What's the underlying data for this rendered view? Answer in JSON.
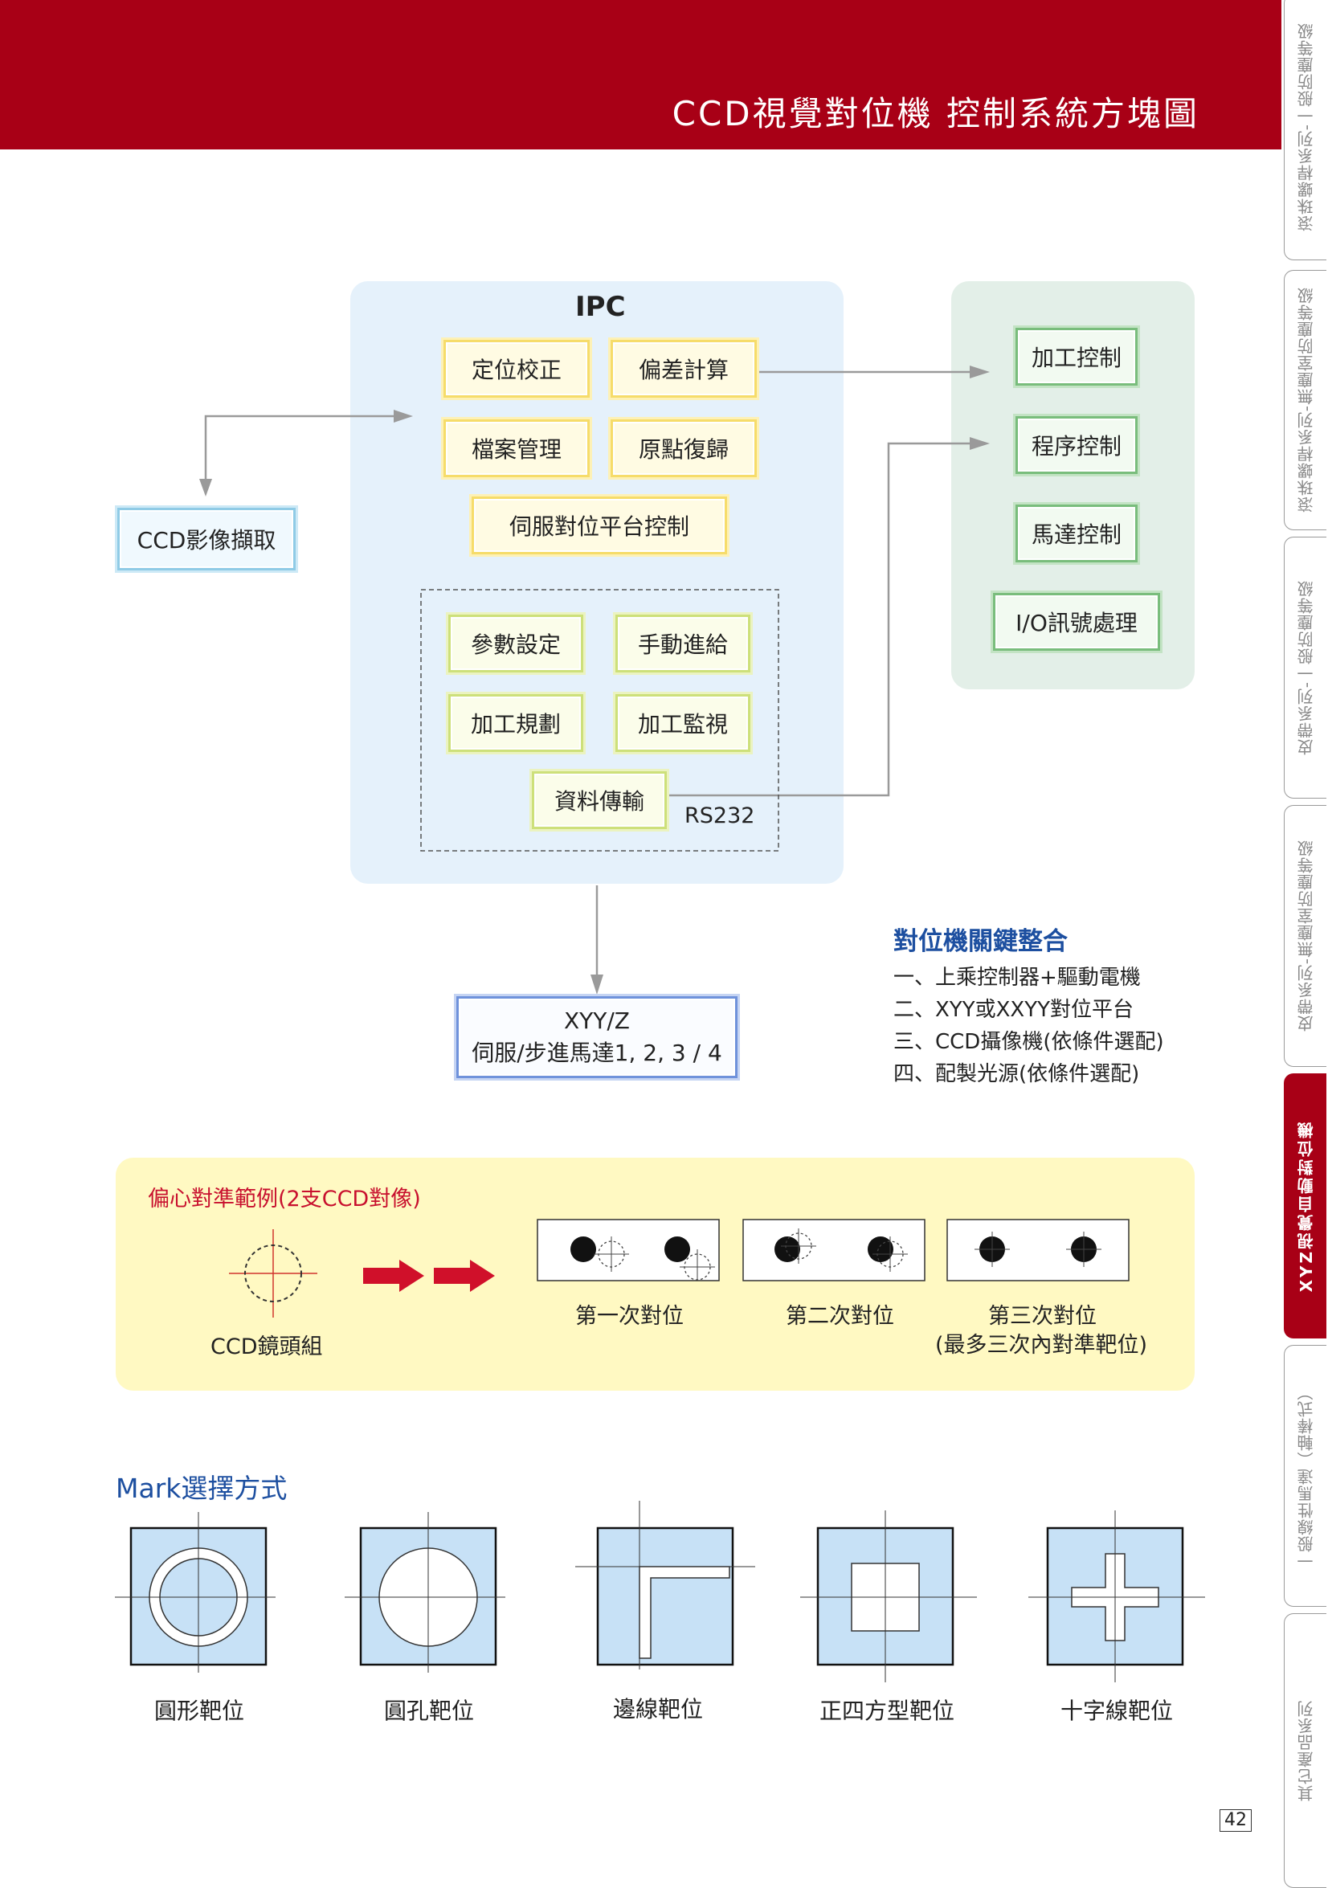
{
  "page_title": "CCD視覺對位機 控制系統方塊圖",
  "side_tabs": [
    "滾珠螺桿系列-一般防塵等級",
    "滾珠螺桿系列-無塵室防塵等級",
    "皮帶系列-一般防塵等級",
    "皮帶系列-無塵室防塵等級",
    "XYZ視覺自動對位機",
    "一般線性馬達（軸棒式）",
    "其它產品系列"
  ],
  "ipc": {
    "title": "IPC",
    "boxes": [
      "定位校正",
      "偏差計算",
      "檔案管理",
      "原點復歸",
      "伺服對位平台控制"
    ],
    "inner_boxes": [
      "參數設定",
      "手動進給",
      "加工規劃",
      "加工監視",
      "資料傳輸"
    ],
    "rs232": "RS232"
  },
  "ccd_capture": "CCD影像擷取",
  "control_boxes": [
    "加工控制",
    "程序控制",
    "馬達控制",
    "I/O訊號處理"
  ],
  "motor_box": {
    "line1": "XYY/Z",
    "line2": "伺服/步進馬達1, 2, 3 / 4"
  },
  "key_integration": {
    "title": "對位機關鍵整合",
    "items": [
      "一、上乘控制器+驅動電機",
      "二、XYY或XXYY對位平台",
      "三、CCD攝像機(依條件選配)",
      "四、配製光源(依條件選配)"
    ]
  },
  "alignment_example": {
    "title": "偏心對準範例(2支CCD對像)",
    "lens_label": "CCD鏡頭組",
    "steps": [
      "第一次對位",
      "第二次對位",
      "第三次對位"
    ],
    "note": "(最多三次內對準靶位)"
  },
  "mark_section": {
    "title": "Mark選擇方式",
    "marks": [
      "圓形靶位",
      "圓孔靶位",
      "邊線靶位",
      "正四方型靶位",
      "十字線靶位"
    ]
  },
  "page_number": "42",
  "colors": {
    "banner": "#a80016",
    "ipc_panel": "#e5f1fb",
    "control_panel": "#e3efe8",
    "example_panel": "#fff9c2",
    "heading_blue": "#1d4fa0",
    "heading_red": "#c8102e",
    "mark_fill": "#c7e1f6"
  },
  "icons": [
    "right-arrow-icon",
    "crosshair-icon",
    "target-dot-icon"
  ]
}
